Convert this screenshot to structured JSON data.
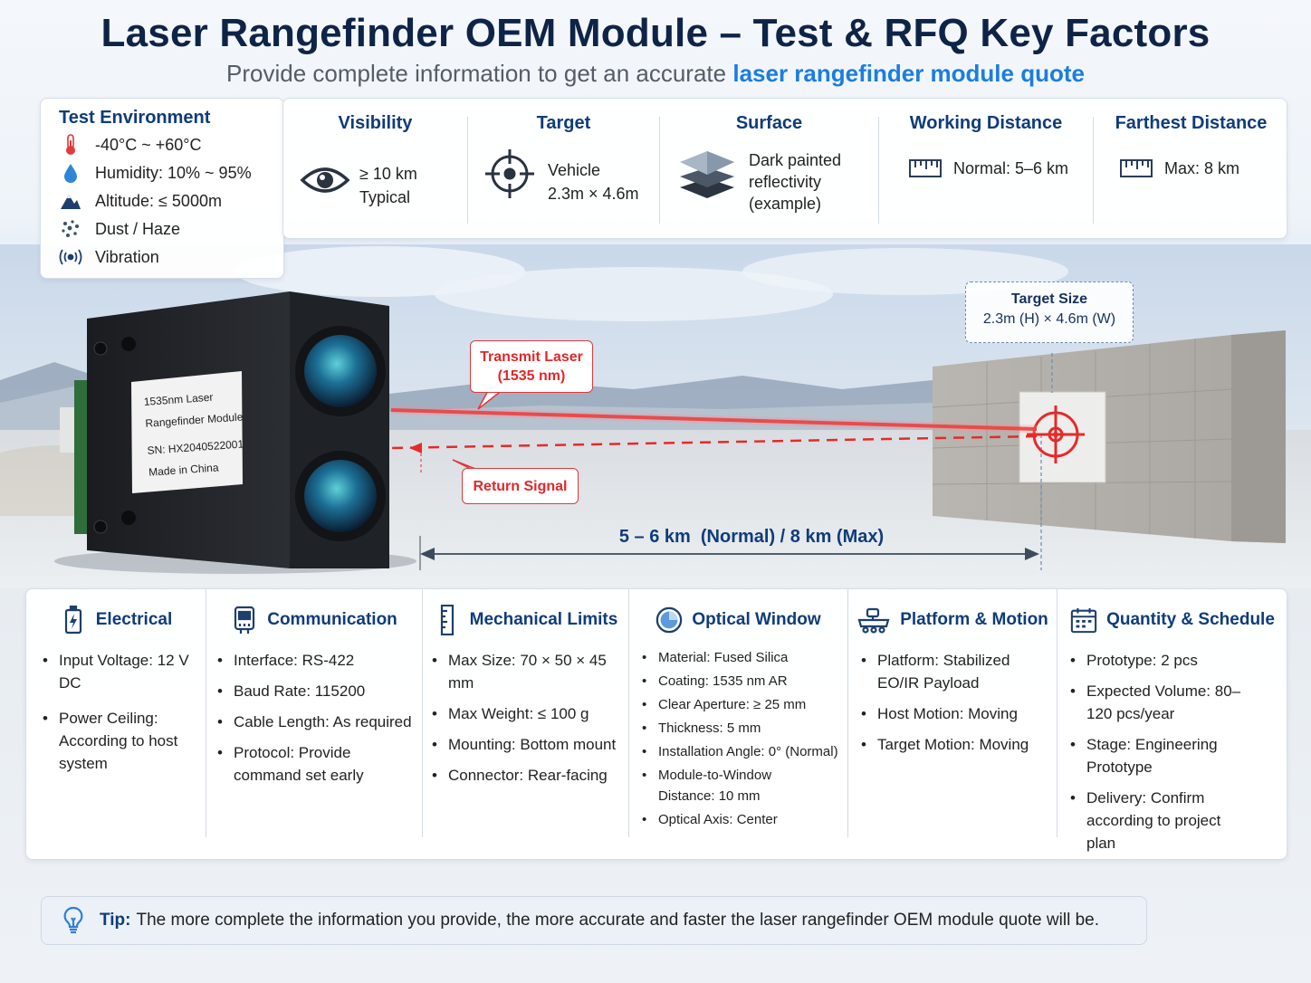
{
  "header": {
    "title": "Laser Rangefinder OEM Module – Test & RFQ Key Factors",
    "subtitle_prefix": "Provide complete information to get an accurate",
    "subtitle_highlight": "laser rangefinder module quote"
  },
  "test_environment": {
    "title": "Test Environment",
    "items": [
      {
        "icon": "thermometer-icon",
        "text": "-40°C ~ +60°C"
      },
      {
        "icon": "droplet-icon",
        "text": "Humidity: 10% ~ 95%"
      },
      {
        "icon": "mountain-icon",
        "text": "Altitude: ≤ 5000m"
      },
      {
        "icon": "dust-icon",
        "text": "Dust / Haze"
      },
      {
        "icon": "vibration-icon",
        "text": "Vibration"
      }
    ]
  },
  "top_factors": {
    "visibility": {
      "title": "Visibility",
      "line1": "≥ 10 km",
      "line2": "Typical",
      "icon": "eye-icon"
    },
    "target": {
      "title": "Target",
      "line1": "Vehicle",
      "line2": "2.3m × 4.6m",
      "icon": "crosshair-icon"
    },
    "surface": {
      "title": "Surface",
      "line1": "Dark painted",
      "line2": "reflectivity",
      "line3": "(example)",
      "icon": "layers-icon"
    },
    "working_distance": {
      "title": "Working Distance",
      "text": "Normal: 5–6 km",
      "icon": "ruler-icon"
    },
    "farthest_distance": {
      "title": "Farthest Distance",
      "text": "Max: 8 km",
      "icon": "ruler-icon"
    }
  },
  "scene": {
    "module_label": {
      "line1": "1535nm Laser",
      "line2": "Rangefinder Module",
      "line3": "SN: HX2040522001",
      "line4": "Made in China"
    },
    "transmit_laser": {
      "line1": "Transmit Laser",
      "line2": "(1535 nm)"
    },
    "return_signal": "Return Signal",
    "target_size": {
      "title": "Target Size",
      "value": "2.3m (H) × 4.6m (W)"
    },
    "distance_label": "5 – 6 km  (Normal) / 8 km (Max)",
    "laser_color": "#e52a2a"
  },
  "bottom_factors": [
    {
      "title": "Electrical",
      "icon": "battery-icon",
      "items": [
        "Input Voltage: 12 V DC",
        "Power Ceiling: According to host system"
      ]
    },
    {
      "title": "Communication",
      "icon": "serial-port-icon",
      "items": [
        "Interface: RS-422",
        "Baud Rate: 115200",
        "Cable Length: As required",
        "Protocol: Provide command set early"
      ]
    },
    {
      "title": "Mechanical Limits",
      "icon": "ruler-icon",
      "items": [
        "Max Size: 70 × 50 × 45 mm",
        "Max Weight: ≤ 100 g",
        "Mounting: Bottom mount",
        "Connector: Rear-facing"
      ]
    },
    {
      "title": "Optical Window",
      "icon": "lens-icon",
      "items": [
        "Material: Fused Silica",
        "Coating: 1535 nm AR",
        "Clear Aperture: ≥ 25 mm",
        "Thickness: 5 mm",
        "Installation Angle: 0° (Normal)",
        "Module-to-Window Distance: 10 mm",
        "Optical Axis: Center"
      ]
    },
    {
      "title": "Platform & Motion",
      "icon": "vehicle-icon",
      "items": [
        "Platform: Stabilized EO/IR Payload",
        "Host Motion: Moving",
        "Target Motion: Moving"
      ]
    },
    {
      "title": "Quantity & Schedule",
      "icon": "calendar-icon",
      "items": [
        "Prototype: 2 pcs",
        "Expected Volume: 80–120 pcs/year",
        "Stage: Engineering Prototype",
        "Delivery: Confirm according to project plan"
      ]
    }
  ],
  "tip": {
    "label": "Tip:",
    "text": "The more complete the information you provide, the more accurate and faster the laser rangefinder OEM module quote will be."
  }
}
